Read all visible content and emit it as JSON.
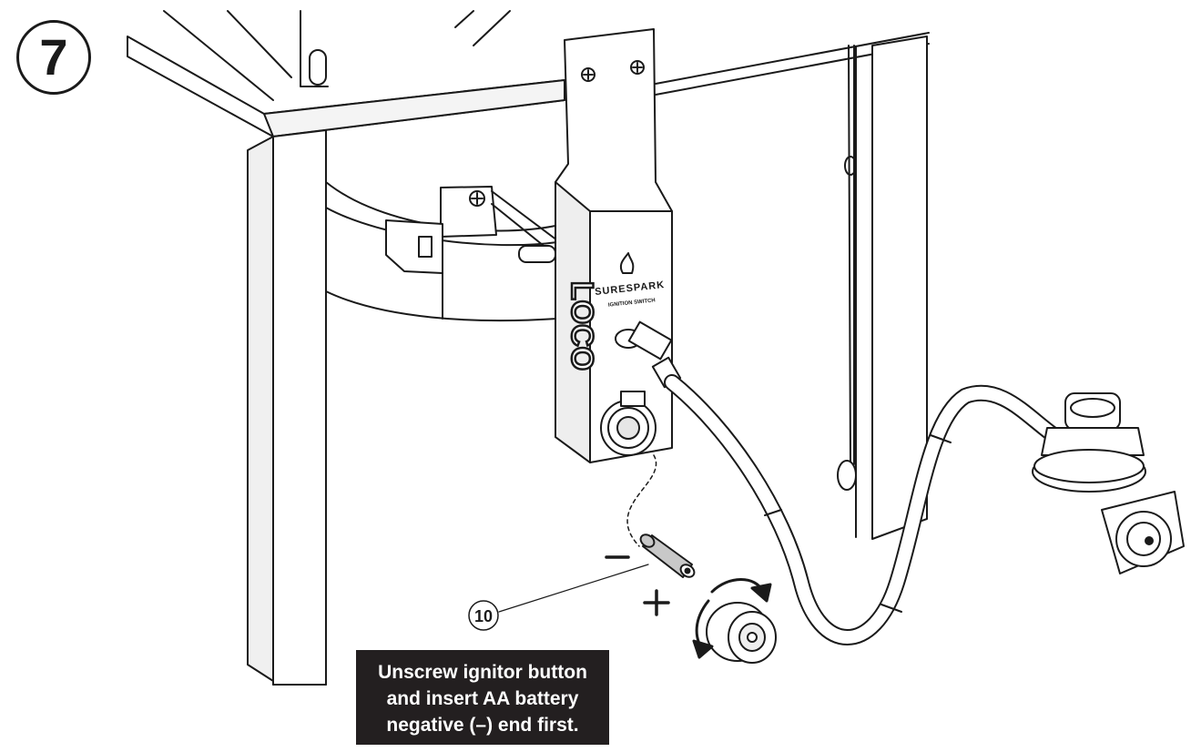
{
  "step": {
    "number": "7"
  },
  "switch_housing": {
    "brand": "SURESPARK",
    "subtitle": "IGNITION SWITCH",
    "logo": "LOCO"
  },
  "callouts": {
    "battery_part": "10",
    "minus_sign": "–",
    "plus_sign": "+"
  },
  "instruction": {
    "lines": [
      "Unscrew ignitor button",
      "and insert AA battery",
      "negative (–) end first."
    ]
  },
  "colors": {
    "line": "#1a1a1a",
    "caption_bg": "#231f20",
    "caption_text": "#ffffff",
    "battery_fill": "#c8c8c8"
  }
}
